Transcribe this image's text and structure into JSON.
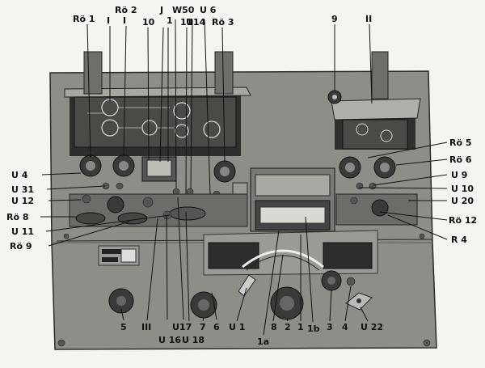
{
  "figure": {
    "labels": [
      {
        "id": "ro1",
        "text": "Rö 1"
      },
      {
        "id": "i_top_a",
        "text": "I"
      },
      {
        "id": "ro2",
        "text": "Rö 2"
      },
      {
        "id": "i_top_b",
        "text": "I"
      },
      {
        "id": "n10",
        "text": "10"
      },
      {
        "id": "j",
        "text": "J"
      },
      {
        "id": "n1_top",
        "text": "1"
      },
      {
        "id": "n11",
        "text": "11"
      },
      {
        "id": "w50",
        "text": "W50"
      },
      {
        "id": "u14",
        "text": "U14"
      },
      {
        "id": "u6",
        "text": "U 6"
      },
      {
        "id": "ro3",
        "text": "Rö 3"
      },
      {
        "id": "n9_top",
        "text": "9"
      },
      {
        "id": "ii_top",
        "text": "II"
      },
      {
        "id": "u4",
        "text": "U 4"
      },
      {
        "id": "u31",
        "text": "U 31"
      },
      {
        "id": "u12",
        "text": "U 12"
      },
      {
        "id": "ro8",
        "text": "Rö 8"
      },
      {
        "id": "u11",
        "text": "U 11"
      },
      {
        "id": "ro9",
        "text": "Rö 9"
      },
      {
        "id": "ro5",
        "text": "Rö 5"
      },
      {
        "id": "ro6",
        "text": "Rö 6"
      },
      {
        "id": "u9",
        "text": "U 9"
      },
      {
        "id": "u10",
        "text": "U 10"
      },
      {
        "id": "u20",
        "text": "U 20"
      },
      {
        "id": "ro12",
        "text": "Rö 12"
      },
      {
        "id": "r4",
        "text": "R 4"
      },
      {
        "id": "b5",
        "text": "5"
      },
      {
        "id": "biii",
        "text": "III"
      },
      {
        "id": "bu16",
        "text": "U 16"
      },
      {
        "id": "bu17",
        "text": "U17"
      },
      {
        "id": "bu18",
        "text": "U 18"
      },
      {
        "id": "b7",
        "text": "7"
      },
      {
        "id": "b6",
        "text": "6"
      },
      {
        "id": "bu1",
        "text": "U 1"
      },
      {
        "id": "b1a",
        "text": "1a"
      },
      {
        "id": "b8",
        "text": "8"
      },
      {
        "id": "b2",
        "text": "2"
      },
      {
        "id": "b1",
        "text": "1"
      },
      {
        "id": "b1b",
        "text": "1b"
      },
      {
        "id": "b3",
        "text": "3"
      },
      {
        "id": "b4",
        "text": "4"
      },
      {
        "id": "bu22",
        "text": "U 22"
      }
    ]
  }
}
